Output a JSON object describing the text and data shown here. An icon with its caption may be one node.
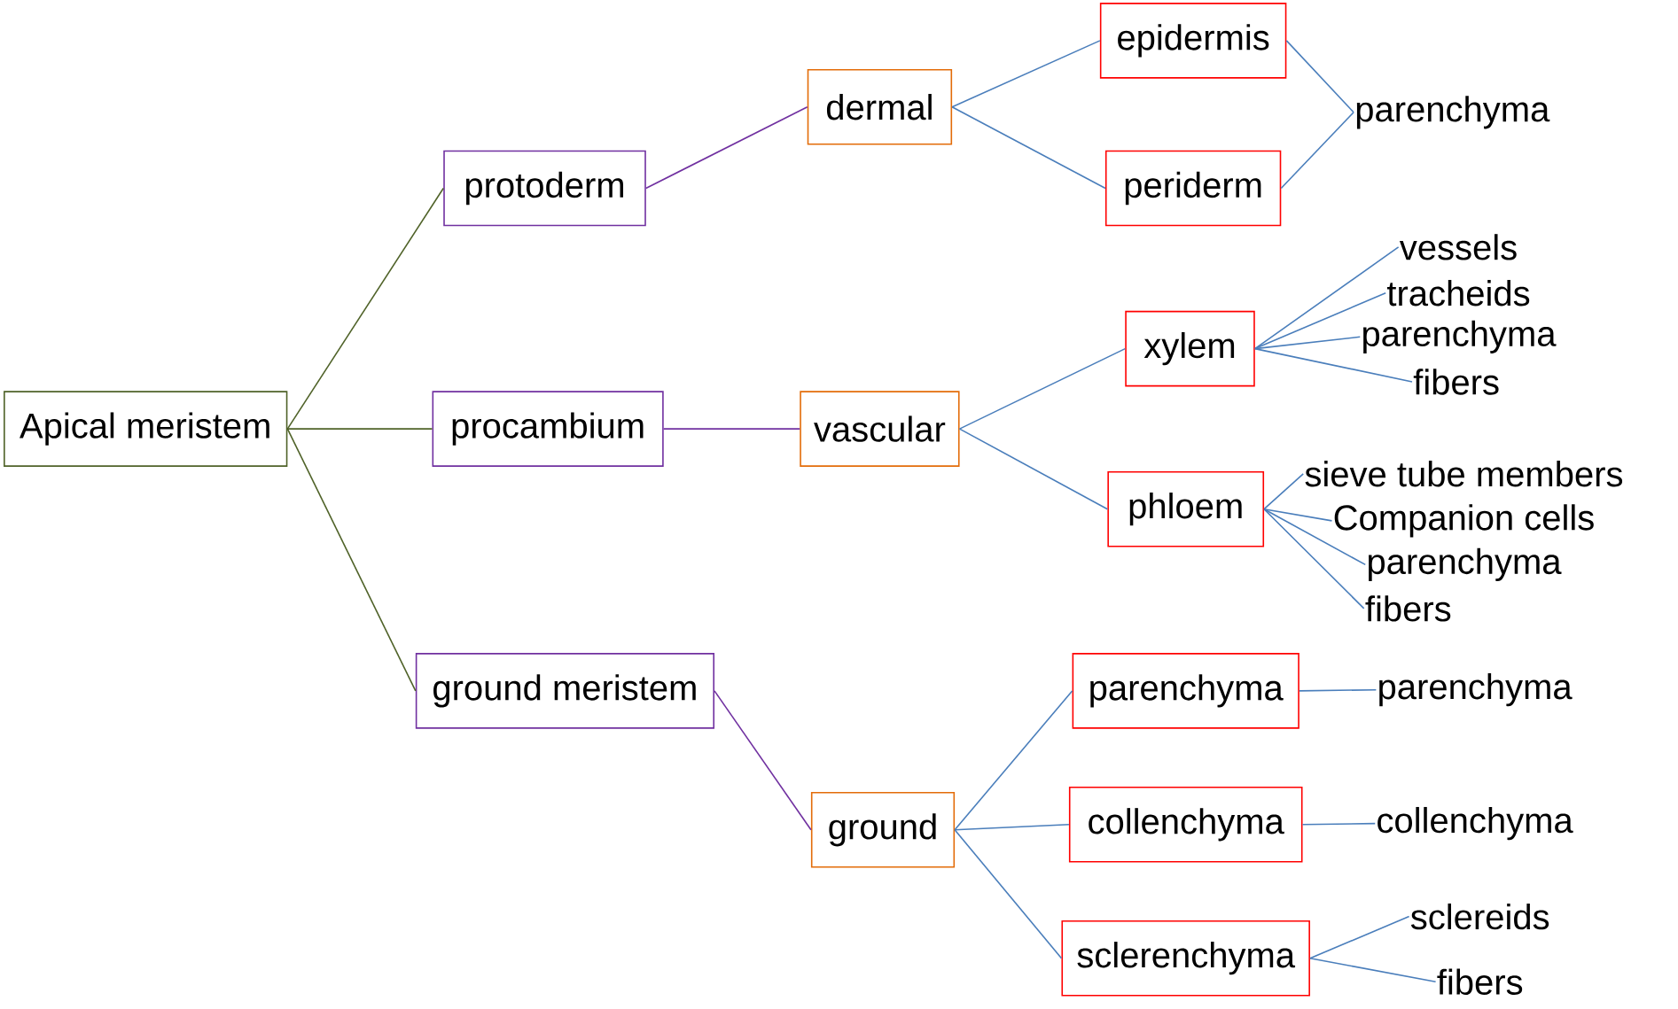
{
  "diagram": {
    "nodes": [
      {
        "text": [
          "Apical meristem"
        ]
      },
      {
        "text": [
          "protoderm"
        ]
      },
      {
        "text": [
          "procambium"
        ]
      },
      {
        "text": [
          "ground meristem"
        ]
      },
      {
        "text": [
          "dermal"
        ]
      },
      {
        "text": [
          "vascular"
        ]
      },
      {
        "text": [
          "ground"
        ]
      },
      {
        "text": [
          "epidermis"
        ]
      },
      {
        "text": [
          "periderm"
        ]
      },
      {
        "text": [
          "parenchyma"
        ]
      },
      {
        "text": [
          "xylem"
        ]
      },
      {
        "text": [
          "phloem"
        ]
      },
      {
        "text": [
          "vessels"
        ]
      },
      {
        "text": [
          "tracheids"
        ]
      },
      {
        "text": [
          "parenchyma"
        ]
      },
      {
        "text": [
          "fibers"
        ]
      },
      {
        "text": [
          "sieve tube members"
        ]
      },
      {
        "text": [
          "Companion cells"
        ]
      },
      {
        "text": [
          "parenchyma"
        ]
      },
      {
        "text": [
          "fibers"
        ]
      },
      {
        "text": [
          "parenchyma"
        ]
      },
      {
        "text": [
          "collenchyma"
        ]
      },
      {
        "text": [
          "sclerenchyma"
        ]
      },
      {
        "text": [
          "parenchyma"
        ]
      },
      {
        "text": [
          "collenchyma"
        ]
      },
      {
        "text": [
          "sclereids"
        ]
      },
      {
        "text": [
          "fibers"
        ]
      }
    ],
    "edges": [
      {
        "from": 0,
        "to": 1,
        "arrow": "none",
        "color": "#4f6228"
      },
      {
        "from": 0,
        "to": 2,
        "arrow": "none",
        "color": "#4f6228"
      },
      {
        "from": 0,
        "to": 3,
        "arrow": "none",
        "color": "#4f6228"
      },
      {
        "from": 1,
        "to": 4,
        "arrow": "none",
        "color": "#7030a0"
      },
      {
        "from": 2,
        "to": 5,
        "arrow": "none",
        "color": "#7030a0"
      },
      {
        "from": 3,
        "to": 6,
        "arrow": "none",
        "color": "#7030a0"
      },
      {
        "from": 4,
        "to": 7,
        "arrow": "none"
      },
      {
        "from": 4,
        "to": 8,
        "arrow": "none"
      },
      {
        "from": 7,
        "to": 9,
        "arrow": "none"
      },
      {
        "from": 8,
        "to": 9,
        "arrow": "none"
      },
      {
        "from": 5,
        "to": 10,
        "arrow": "none"
      },
      {
        "from": 5,
        "to": 11,
        "arrow": "none"
      },
      {
        "from": 10,
        "to": 12,
        "arrow": "none"
      },
      {
        "from": 10,
        "to": 13,
        "arrow": "none"
      },
      {
        "from": 10,
        "to": 14,
        "arrow": "none"
      },
      {
        "from": 10,
        "to": 15,
        "arrow": "none"
      },
      {
        "from": 11,
        "to": 16,
        "arrow": "none"
      },
      {
        "from": 11,
        "to": 17,
        "arrow": "none"
      },
      {
        "from": 11,
        "to": 18,
        "arrow": "none"
      },
      {
        "from": 11,
        "to": 19,
        "arrow": "none"
      },
      {
        "from": 6,
        "to": 20,
        "arrow": "none"
      },
      {
        "from": 6,
        "to": 21,
        "arrow": "none"
      },
      {
        "from": 6,
        "to": 22,
        "arrow": "none"
      },
      {
        "from": 20,
        "to": 23,
        "arrow": "none"
      },
      {
        "from": 21,
        "to": 24,
        "arrow": "none"
      },
      {
        "from": 22,
        "to": 25,
        "arrow": "none"
      },
      {
        "from": 22,
        "to": 26,
        "arrow": "none"
      }
    ]
  }
}
